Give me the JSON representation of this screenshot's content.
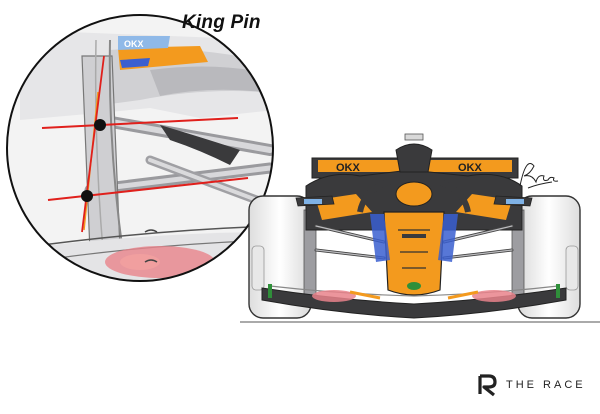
{
  "diagram": {
    "title": "King Pin",
    "detail_sponsor_text": "OKX",
    "car_sponsor_text": "OKX",
    "brand": {
      "name": "THE RACE",
      "logo_icon": "the-race-r-logo-icon"
    },
    "colors": {
      "papaya": "#f39a1e",
      "anthracite": "#3a3a3c",
      "axis_line": "#e0201c",
      "pivot_point": "#111111",
      "tyre": "#f7f7f7",
      "outline": "#222222",
      "blue_accent": "#3a5fd0"
    }
  }
}
